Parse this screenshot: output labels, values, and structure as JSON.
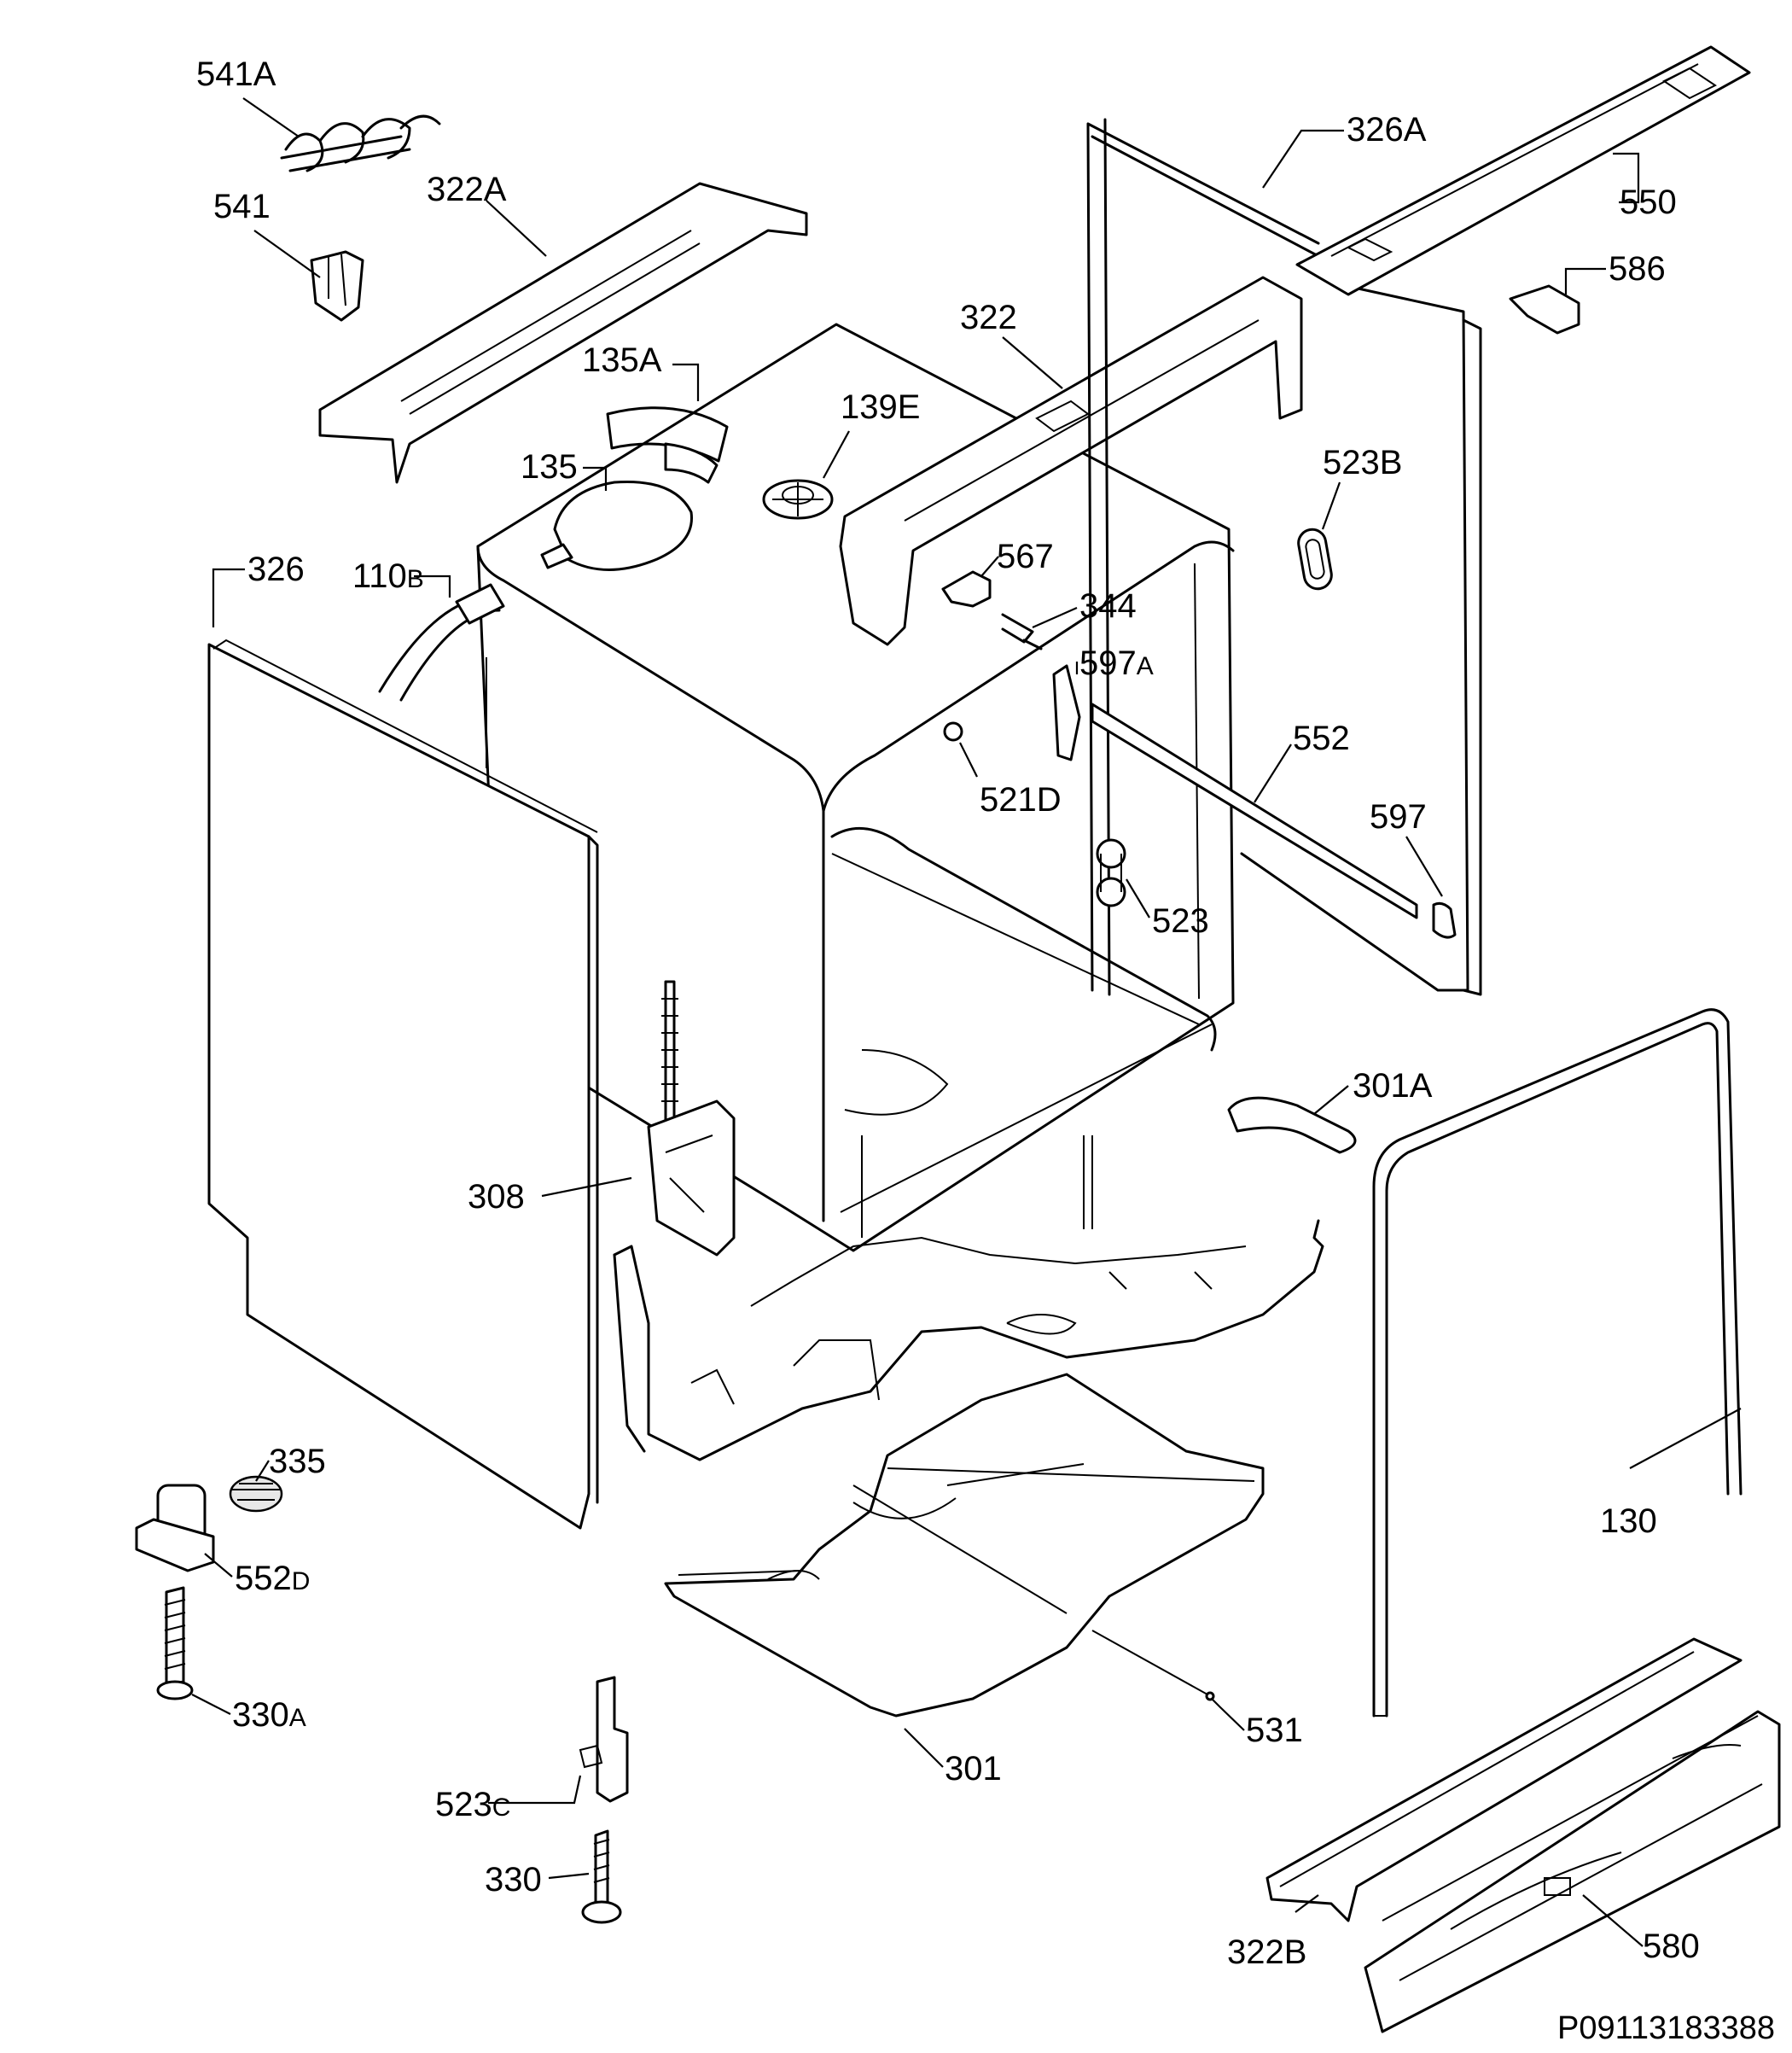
{
  "labels": {
    "l541A": {
      "main": "541A",
      "suffix": ""
    },
    "l541": {
      "main": "541",
      "suffix": ""
    },
    "l322A": {
      "main": "322A",
      "suffix": ""
    },
    "l135A": {
      "main": "135A",
      "suffix": ""
    },
    "l139E": {
      "main": "139E",
      "suffix": ""
    },
    "l135": {
      "main": "135",
      "suffix": ""
    },
    "l322": {
      "main": "322",
      "suffix": ""
    },
    "l326A": {
      "main": "326A",
      "suffix": ""
    },
    "l550": {
      "main": "550",
      "suffix": ""
    },
    "l586": {
      "main": "586",
      "suffix": ""
    },
    "l523B": {
      "main": "523B",
      "suffix": ""
    },
    "l567": {
      "main": "567",
      "suffix": ""
    },
    "l344": {
      "main": "344",
      "suffix": ""
    },
    "l597A": {
      "main": "597",
      "suffix": "A"
    },
    "l326": {
      "main": "326",
      "suffix": ""
    },
    "l110B": {
      "main": "110",
      "suffix": "B"
    },
    "l521D": {
      "main": "521D",
      "suffix": ""
    },
    "l552": {
      "main": "552",
      "suffix": ""
    },
    "l597": {
      "main": "597",
      "suffix": ""
    },
    "l523": {
      "main": "523",
      "suffix": ""
    },
    "l301A": {
      "main": "301A",
      "suffix": ""
    },
    "l308": {
      "main": "308",
      "suffix": ""
    },
    "l335": {
      "main": "335",
      "suffix": ""
    },
    "l552D": {
      "main": "552",
      "suffix": "D"
    },
    "l130": {
      "main": "130",
      "suffix": ""
    },
    "l330A": {
      "main": "330",
      "suffix": "A"
    },
    "l531": {
      "main": "531",
      "suffix": ""
    },
    "l301": {
      "main": "301",
      "suffix": ""
    },
    "l523C": {
      "main": "523",
      "suffix": "C"
    },
    "l330": {
      "main": "330",
      "suffix": ""
    },
    "l322B": {
      "main": "322B",
      "suffix": ""
    },
    "l580": {
      "main": "580",
      "suffix": ""
    }
  },
  "drawing_code": "P09113183388"
}
